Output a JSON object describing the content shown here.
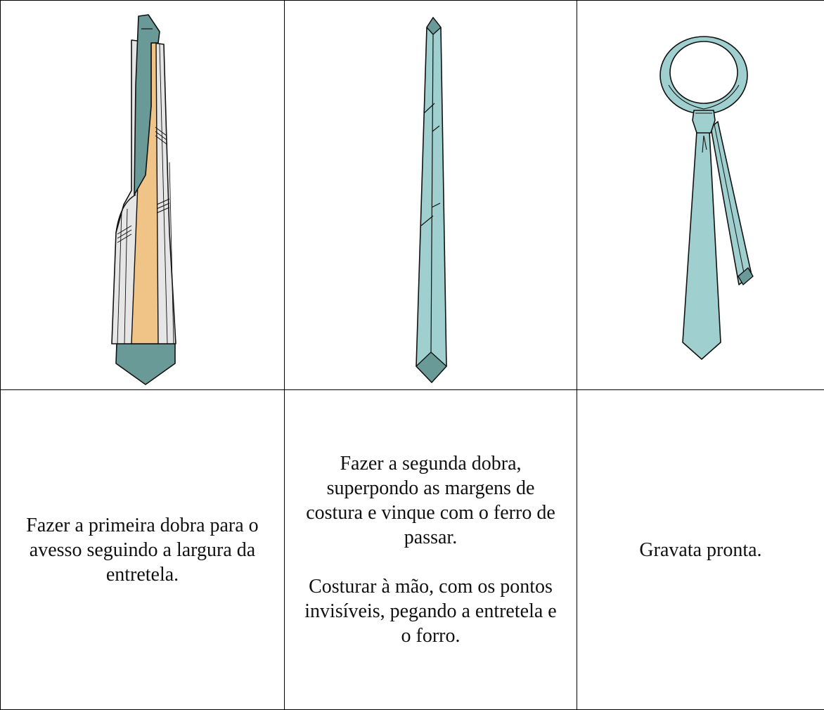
{
  "steps": [
    {
      "illustration": "tie-first-fold-icon",
      "caption": [
        "Fazer a primeira dobra para o avesso seguindo a largura da entretela."
      ]
    },
    {
      "illustration": "tie-second-fold-icon",
      "caption": [
        "Fazer a segunda dobra, superpondo as margens de costura e vinque com o ferro de passar.",
        "Costurar à mão, com os pontos invisíveis, pegando a entretela e o forro."
      ]
    },
    {
      "illustration": "tie-finished-icon",
      "caption": [
        "Gravata pronta."
      ]
    }
  ],
  "colors": {
    "teal_dark": "#6a9a98",
    "teal_light": "#9fcfcf",
    "interfacing": "#f0c487",
    "lining": "#e6e6e6",
    "outline": "#111111"
  }
}
